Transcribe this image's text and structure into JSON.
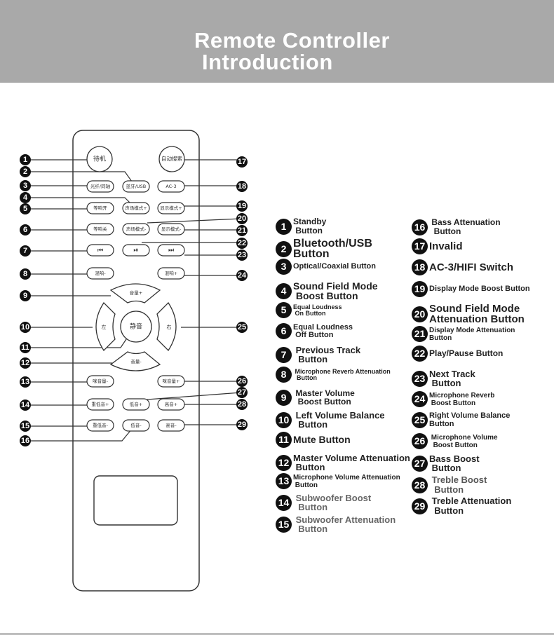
{
  "header": {
    "title_line1": "Remote Controller",
    "title_line2": "Introduction"
  },
  "remote_buttons": {
    "standby": "待机",
    "auto_search": "自动搜索",
    "optical_coaxial": "光纤/同轴",
    "bluetooth_usb": "蓝牙/USB",
    "ac3": "AC-3",
    "sound_field_plus": "声场模式+",
    "display_plus": "显示模式+",
    "loudness_on": "等响开",
    "loudness_off": "等响关",
    "sound_field_minus": "声场模式-",
    "display_minus": "显示模式-",
    "prev_track": "⏮",
    "play_pause": "⏯",
    "next_track": "⏭",
    "reverb_minus": "混响-",
    "reverb_plus": "混响+",
    "volume_plus": "音量+",
    "left": "左",
    "mute": "静音",
    "right": "右",
    "volume_minus": "音量-",
    "mic_volume_minus": "咪音量-",
    "mic_volume_plus": "咪音量+",
    "subwoofer_plus": "重低音+",
    "bass_plus": "低音+",
    "treble_plus": "高音+",
    "subwoofer_minus": "重低音-",
    "bass_minus": "低音-",
    "treble_minus": "高音-"
  },
  "callout_numbers": [
    "1",
    "2",
    "3",
    "4",
    "5",
    "6",
    "7",
    "8",
    "9",
    "10",
    "11",
    "12",
    "13",
    "14",
    "15",
    "16",
    "17",
    "18",
    "19",
    "20",
    "21",
    "22",
    "23",
    "24",
    "25",
    "26",
    "27",
    "28",
    "29"
  ],
  "legend_left": [
    {
      "num": "1",
      "lines": [
        "Standby",
        "Button"
      ]
    },
    {
      "num": "2",
      "lines": [
        "Bluetooth/USB",
        "Button"
      ]
    },
    {
      "num": "3",
      "lines": [
        "Optical/Coaxial Button"
      ]
    },
    {
      "num": "4",
      "lines": [
        "Sound Field Mode",
        "Boost Button"
      ]
    },
    {
      "num": "5",
      "lines": [
        "Equal Loudness",
        "On Button"
      ]
    },
    {
      "num": "6",
      "lines": [
        "Equal Loudness",
        "Off Button"
      ]
    },
    {
      "num": "7",
      "lines": [
        "Previous Track",
        "Button"
      ]
    },
    {
      "num": "8",
      "lines": [
        "Microphone Reverb Attenuation",
        "Button"
      ]
    },
    {
      "num": "9",
      "lines": [
        "Master Volume",
        "Boost Button"
      ]
    },
    {
      "num": "10",
      "lines": [
        "Left Volume Balance",
        "Button"
      ]
    },
    {
      "num": "11",
      "lines": [
        "Mute Button"
      ]
    },
    {
      "num": "12",
      "lines": [
        "Master Volume Attenuation",
        "Button"
      ]
    },
    {
      "num": "13",
      "lines": [
        "Microphone Volume Attenuation",
        "Button"
      ]
    },
    {
      "num": "14",
      "lines": [
        "Subwoofer Boost",
        "Button"
      ]
    },
    {
      "num": "15",
      "lines": [
        "Subwoofer Attenuation",
        "Button"
      ]
    }
  ],
  "legend_right": [
    {
      "num": "16",
      "lines": [
        "Bass Attenuation",
        "Button"
      ]
    },
    {
      "num": "17",
      "lines": [
        "Invalid"
      ]
    },
    {
      "num": "18",
      "lines": [
        "AC-3/HIFI Switch"
      ]
    },
    {
      "num": "19",
      "lines": [
        "Display Mode Boost Button"
      ]
    },
    {
      "num": "20",
      "lines": [
        "Sound Field Mode",
        "Attenuation Button"
      ]
    },
    {
      "num": "21",
      "lines": [
        "Display Mode Attenuation",
        "Button"
      ]
    },
    {
      "num": "22",
      "lines": [
        "Play/Pause Button"
      ]
    },
    {
      "num": "23",
      "lines": [
        "Next Track",
        "Button"
      ]
    },
    {
      "num": "24",
      "lines": [
        "Microphone Reverb",
        "Boost Button"
      ]
    },
    {
      "num": "25",
      "lines": [
        "Right Volume Balance",
        "Button"
      ]
    },
    {
      "num": "26",
      "lines": [
        "Microphone Volume",
        "Boost Button"
      ]
    },
    {
      "num": "27",
      "lines": [
        "Bass Boost",
        "Button"
      ]
    },
    {
      "num": "28",
      "lines": [
        "Treble Boost",
        "Button"
      ]
    },
    {
      "num": "29",
      "lines": [
        "Treble Attenuation",
        "Button"
      ]
    }
  ]
}
